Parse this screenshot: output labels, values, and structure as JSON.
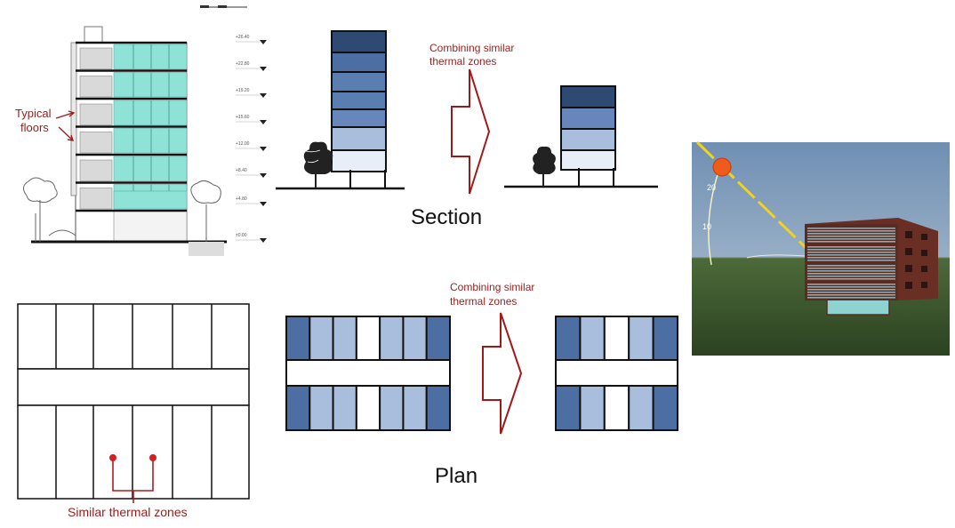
{
  "labels": {
    "typical_floors_line1": "Typical",
    "typical_floors_line2": "floors",
    "combine_top_line1": "Combining similar",
    "combine_top_line2": "thermal zones",
    "combine_bottom_line1": "Combining similar",
    "combine_bottom_line2": "thermal zones",
    "section": "Section",
    "plan": "Plan",
    "similar_zones": "Similar thermal zones",
    "sun_angle_20": "20",
    "sun_angle_10": "10"
  },
  "elevation_marks": [
    "+26.40",
    "+22.80",
    "+19.20",
    "+15.60",
    "+12.00",
    "+8.40",
    "+4.80",
    "±0.00"
  ],
  "colors": {
    "accent_red": "#9b1c1c",
    "zone_dark": "#2f4a72",
    "zone_mid": "#4d6ea3",
    "zone_light": "#a9bddc",
    "glass_cyan": "#8fe3d6",
    "sky": "#8ea9c4",
    "ground": "#3d5a2e"
  },
  "zones": {
    "section_full": [
      "#2f4a72",
      "#4d6ea3",
      "#5a7db2",
      "#5a7db2",
      "#6786bb",
      "#a9bddc",
      "#e7eef8"
    ],
    "section_combined": [
      "#2f4a72",
      "#6786bb",
      "#a9bddc",
      "#e7eef8"
    ],
    "plan_full": [
      "#4d6ea3",
      "#a9bddc",
      "#a9bddc",
      "#ffffff",
      "#a9bddc",
      "#a9bddc",
      "#4d6ea3"
    ],
    "plan_combined": [
      "#4d6ea3",
      "#a9bddc",
      "#ffffff",
      "#a9bddc",
      "#4d6ea3"
    ]
  }
}
